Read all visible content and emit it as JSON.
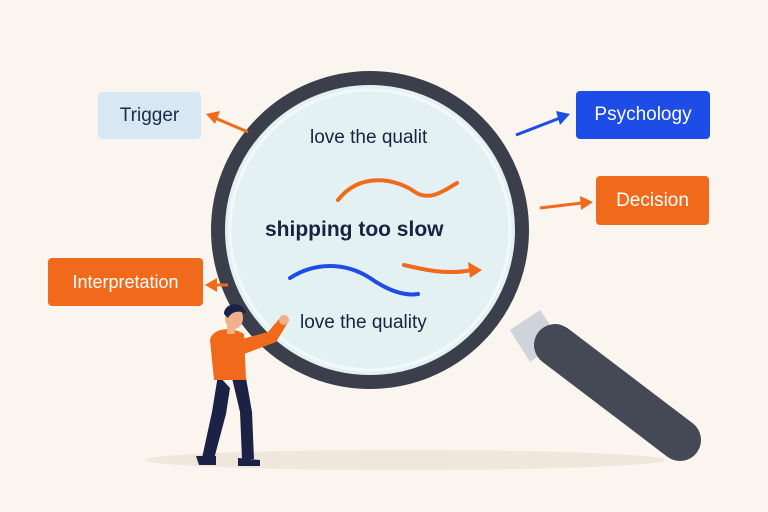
{
  "labels": {
    "trigger": "Trigger",
    "psychology": "Psychology",
    "decision": "Decision",
    "interpretation": "Interpretation"
  },
  "lens_text": {
    "top": "love the qualit",
    "middle": "shipping too slow",
    "bottom": "love the quality"
  },
  "colors": {
    "background": "#fbf5ef",
    "orange": "#f16a1c",
    "blue": "#1d4ce6",
    "light_blue": "#d8e8f2",
    "navy": "#1a2240",
    "frame": "#3b3f4c"
  }
}
